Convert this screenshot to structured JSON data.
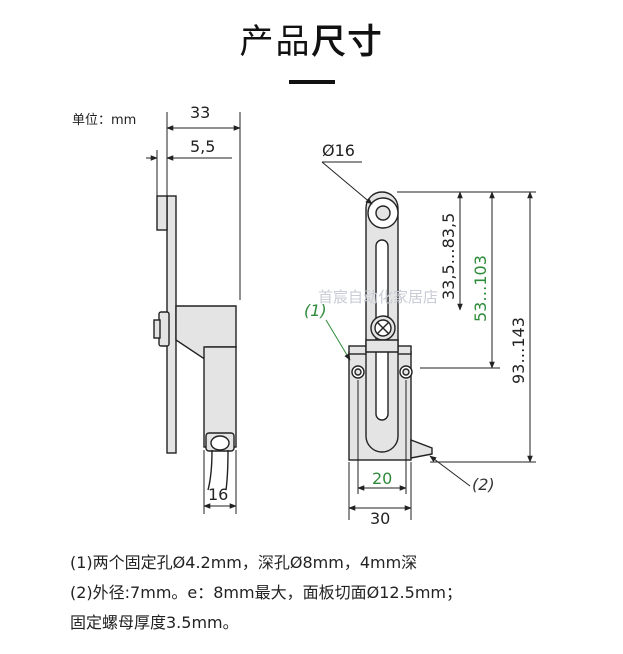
{
  "title": {
    "part1": "产品",
    "part2": "尺寸"
  },
  "unit_label": "单位：mm",
  "dimensions": {
    "overall_depth": "33",
    "plate_thickness": "5,5",
    "wheel_diameter": "Ø16",
    "adjust_range_1": "33,5…83,5",
    "adjust_range_2": "53…103",
    "adjust_range_3": "93…143",
    "hole_spacing": "20",
    "body_width": "30",
    "cable_width": "16"
  },
  "callouts": {
    "c1": "(1)",
    "c2": "(2)"
  },
  "watermark": "首宸自动化家居店",
  "notes": [
    "(1)两个固定孔Ø4.2mm，深孔Ø8mm，4mm深",
    "(2)外径:7mm。e：8mm最大，面板切面Ø12.5mm；",
    "固定螺母厚度3.5mm。"
  ],
  "colors": {
    "green": "#2e8b3a",
    "line": "#222222",
    "fill": "#e4e4e4"
  }
}
